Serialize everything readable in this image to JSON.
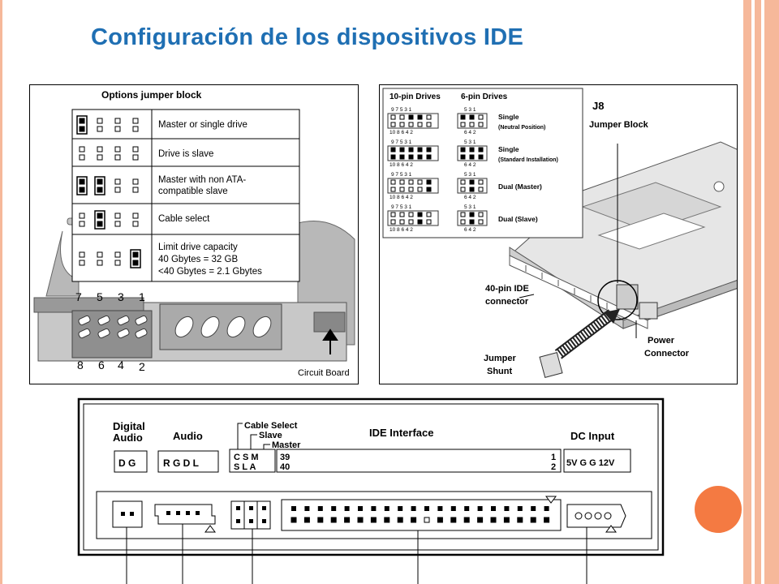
{
  "slide": {
    "title": "Configuración de los dispositivos IDE",
    "colors": {
      "title": "#1f6fb3",
      "accent": "#f6b89a",
      "circle": "#f47a42"
    }
  },
  "jumper_block": {
    "heading": "Options jumper block",
    "rows": [
      {
        "label_lines": [
          "Master or single drive"
        ]
      },
      {
        "label_lines": [
          "Drive is slave"
        ]
      },
      {
        "label_lines": [
          "Master with non ATA-",
          "compatible slave"
        ]
      },
      {
        "label_lines": [
          "Cable select"
        ]
      },
      {
        "label_lines": [
          "Limit drive capacity",
          "40 Gbytes = 32 GB",
          "<40 Gbytes = 2.1 Gbytes"
        ]
      }
    ],
    "top_pins": [
      "7",
      "5",
      "3",
      "1"
    ],
    "bottom_pins": [
      "8",
      "6",
      "4",
      "2"
    ],
    "circuit_board_label": "Circuit Board"
  },
  "j8_diagram": {
    "col_10pin": "10-pin Drives",
    "col_6pin": "6-pin Drives",
    "pin_top_10": "9 7 5 3 1",
    "pin_bottom_10": "10 8 6 4 2",
    "pin_top_6": "5 3 1",
    "pin_bottom_6": "6 4 2",
    "modes": [
      {
        "line1": "Single",
        "line2": "(Neutral Position)"
      },
      {
        "line1": "Single",
        "line2": "(Standard Installation)"
      },
      {
        "line1": "Dual (Master)",
        "line2": ""
      },
      {
        "line1": "Dual (Slave)",
        "line2": ""
      }
    ],
    "j8_label": [
      "J8",
      "Jumper Block"
    ],
    "ide_label": [
      "40-pin IDE",
      "connector"
    ],
    "power_label": [
      "Power",
      "Connector"
    ],
    "shunt_label": [
      "Jumper",
      "Shunt"
    ]
  },
  "back_panel": {
    "digital_audio": [
      "Digital",
      "Audio"
    ],
    "digital_pins": "D G",
    "audio": "Audio",
    "audio_pins": "R G D L",
    "cable_select": "Cable Select",
    "slave": "Slave",
    "master": "Master",
    "cs_top": "C S M",
    "cs_bottom": "S L A",
    "ide_interface": "IDE Interface",
    "ide_left_top": "39",
    "ide_left_bottom": "40",
    "ide_right_top": "1",
    "ide_right_bottom": "2",
    "dc_input": "DC Input",
    "dc_pins": "5V G G 12V"
  }
}
